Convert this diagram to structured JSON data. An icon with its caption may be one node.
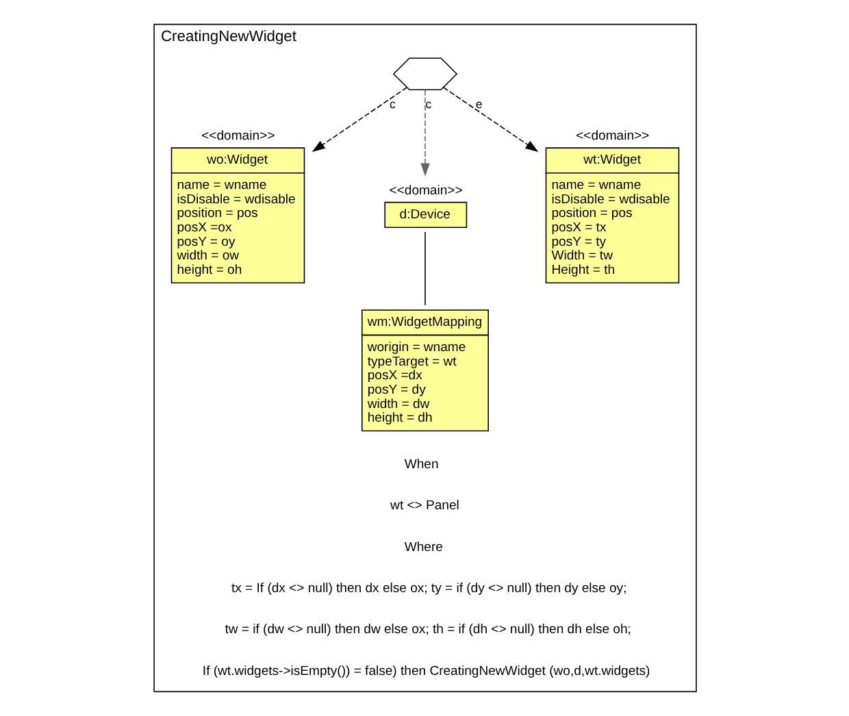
{
  "diagram": {
    "nodes": [
      {
        "text": [
          "CreatingNewWidget"
        ]
      },
      {
        "text": [
          "<<domain>>",
          "wo:Widget",
          "name = wname",
          "isDisable = wdisable",
          "position = pos",
          "posX =ox",
          "posY = oy",
          "width = ow",
          "height = oh"
        ],
        "in": 0
      },
      {
        "text": [],
        "shape": "hexagon",
        "in": 0
      },
      {
        "text": [
          "<<domain>>",
          "wt:Widget",
          "name = wname",
          "isDisable = wdisable",
          "position = pos",
          "posX = tx",
          "posY = ty",
          "Width = tw",
          "Height = th"
        ],
        "in": 0
      },
      {
        "text": [
          "<<domain>>",
          "d:Device"
        ],
        "in": 0
      },
      {
        "text": [
          "wm:WidgetMapping",
          "worigin = wname",
          "typeTarget = wt",
          "posX =dx",
          "posY = dy",
          "width = dw",
          "height = dh"
        ],
        "in": 0
      }
    ],
    "edges": [
      {
        "from": 2,
        "to": 1,
        "arrow": "to",
        "label": "c",
        "style": "dashed"
      },
      {
        "from": 2,
        "to": 3,
        "arrow": "to",
        "label": "e",
        "style": "dashed"
      },
      {
        "from": 2,
        "to": 4,
        "arrow": "to",
        "label": "c",
        "style": "dashed",
        "color": "#666666"
      },
      {
        "from": 4,
        "to": 5,
        "arrow": "none"
      }
    ],
    "labels": [
      "When",
      "wt <> Panel",
      "Where",
      "tx = If (dx <> null) then dx else ox; ty = if (dy <> null) then dy else oy;",
      "tw = if (dw <> null) then dw else ox; th = if (dh <> null) then dh else oh;",
      "If (wt.widgets->isEmpty()) = false) then CreatingNewWidget (wo,d,wt.widgets)"
    ]
  }
}
